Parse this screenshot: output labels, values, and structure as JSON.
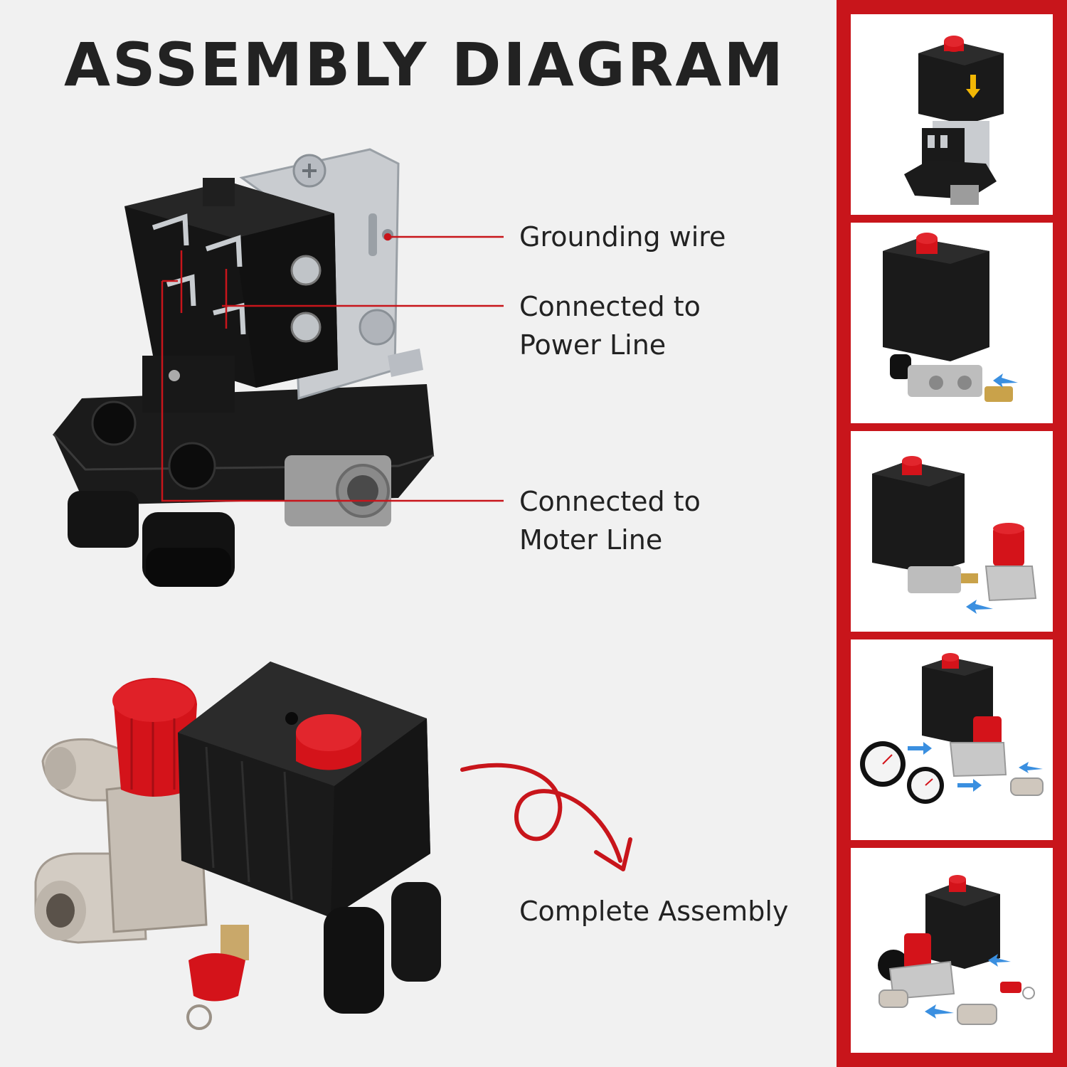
{
  "title": "ASSEMBLY DIAGRAM",
  "callouts": {
    "grounding": "Grounding wire",
    "power_line_1": "Connected to",
    "power_line_2": "Power Line",
    "motor_line_1": "Connected to",
    "motor_line_2": "Moter Line",
    "complete": "Complete Assembly"
  },
  "colors": {
    "accent": "#c8151b",
    "background": "#f1f1f1",
    "text": "#222222",
    "cap_red": "#d4131a",
    "arrow_blue": "#3a8fe0",
    "arrow_yellow": "#f2b705"
  },
  "steps": [
    {
      "name": "remove-cover",
      "arrow": "yellow-down"
    },
    {
      "name": "attach-adapter",
      "arrow": "blue-left"
    },
    {
      "name": "attach-regulator",
      "arrow": "blue-left"
    },
    {
      "name": "attach-gauges",
      "arrow": "blue"
    },
    {
      "name": "attach-valve-and-coupler",
      "arrow": "blue"
    }
  ]
}
